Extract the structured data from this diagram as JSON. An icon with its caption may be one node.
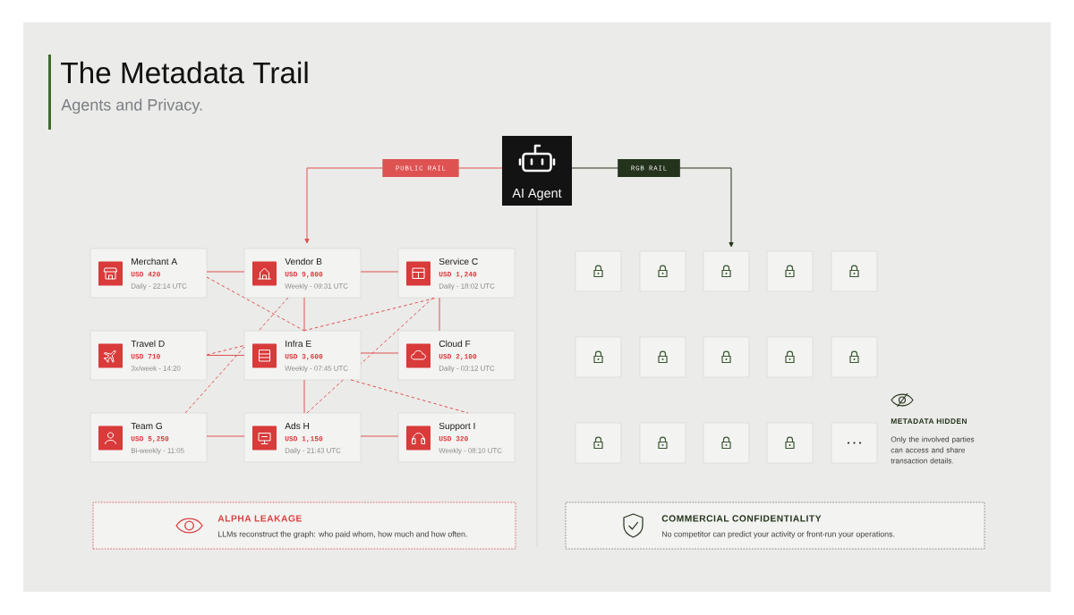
{
  "diagram": {
    "title": "The Metadata Trail",
    "nodes": [
      {
        "text": [
          "AI Agent"
        ]
      },
      {
        "text": [
          "Merchant A",
          "USD 420",
          "Daily - 22:14 UTC"
        ]
      },
      {
        "text": [
          "Vendor B",
          "USD 9,800",
          "Weekly - 09:31 UTC"
        ]
      },
      {
        "text": [
          "Service C",
          "USD 1,240",
          "Daily - 18:02 UTC"
        ]
      },
      {
        "text": [
          "Travel D",
          "USD 710",
          "3x/week - 14:20"
        ]
      },
      {
        "text": [
          "Infra E",
          "USD 3,600",
          "Weekly - 07:45 UTC"
        ]
      },
      {
        "text": [
          "Cloud F",
          "USD 2,100",
          "Daily - 03:12 UTC"
        ]
      },
      {
        "text": [
          "Team G",
          "USD 5,250",
          "Bi-weekly - 11:05"
        ]
      },
      {
        "text": [
          "Ads H",
          "USD 1,150",
          "Daily - 21:43 UTC"
        ]
      },
      {
        "text": [
          "Support I",
          "USD 320",
          "Weekly - 08:10 UTC"
        ]
      },
      {
        "text": [],
        "shape": "box"
      },
      {
        "text": [],
        "shape": "box"
      },
      {
        "text": [],
        "shape": "box"
      },
      {
        "text": [],
        "shape": "box"
      },
      {
        "text": [],
        "shape": "box"
      },
      {
        "text": [],
        "shape": "box"
      },
      {
        "text": [],
        "shape": "box"
      },
      {
        "text": [],
        "shape": "box"
      },
      {
        "text": [],
        "shape": "box"
      },
      {
        "text": [],
        "shape": "box"
      },
      {
        "text": [],
        "shape": "box"
      },
      {
        "text": [],
        "shape": "box"
      },
      {
        "text": [],
        "shape": "box"
      },
      {
        "text": [],
        "shape": "box"
      },
      {
        "text": [],
        "shape": "box"
      },
      {
        "text": [
          "ALPHA LEAKAGE",
          "LLMs reconstruct the graph: who paid whom, how much and how often."
        ]
      },
      {
        "text": [
          "COMMERCIAL CONFIDENTIALITY",
          "No competitor can predict your activity or front-run your operations."
        ]
      }
    ],
    "edges": [
      {
        "from": 0,
        "to": 2,
        "arrow": "to",
        "label": "PUBLIC RAIL"
      },
      {
        "from": 0,
        "to": 12,
        "arrow": "to",
        "label": "RGB RAIL",
        "color": "#24331c"
      },
      {
        "from": 1,
        "to": 2,
        "arrow": "none"
      },
      {
        "from": 2,
        "to": 3,
        "arrow": "none"
      },
      {
        "from": 1,
        "to": 5,
        "arrow": "none",
        "style": "dashed"
      },
      {
        "from": 2,
        "to": 5,
        "arrow": "none"
      },
      {
        "from": 2,
        "to": 5,
        "arrow": "none",
        "style": "dashed"
      },
      {
        "from": 4,
        "to": 5,
        "arrow": "none",
        "style": "dashed"
      },
      {
        "from": 5,
        "to": 3,
        "arrow": "none",
        "style": "dashed"
      },
      {
        "from": 3,
        "to": 6,
        "arrow": "none"
      },
      {
        "from": 4,
        "to": 5,
        "arrow": "none"
      },
      {
        "from": 5,
        "to": 6,
        "arrow": "none"
      },
      {
        "from": 3,
        "to": 5,
        "arrow": "none",
        "style": "dashed"
      },
      {
        "from": 7,
        "to": 5,
        "arrow": "none",
        "style": "dashed"
      },
      {
        "from": 5,
        "to": 8,
        "arrow": "none"
      },
      {
        "from": 5,
        "to": 8,
        "arrow": "none",
        "style": "dashed"
      },
      {
        "from": 5,
        "to": 9,
        "arrow": "none",
        "style": "dashed"
      },
      {
        "from": 7,
        "to": 8,
        "arrow": "none"
      },
      {
        "from": 8,
        "to": 9,
        "arrow": "none"
      }
    ],
    "labels": [
      "Agents and Privacy.",
      "METADATA HIDDEN",
      "Only the involved parties can access and share transaction details."
    ]
  }
}
